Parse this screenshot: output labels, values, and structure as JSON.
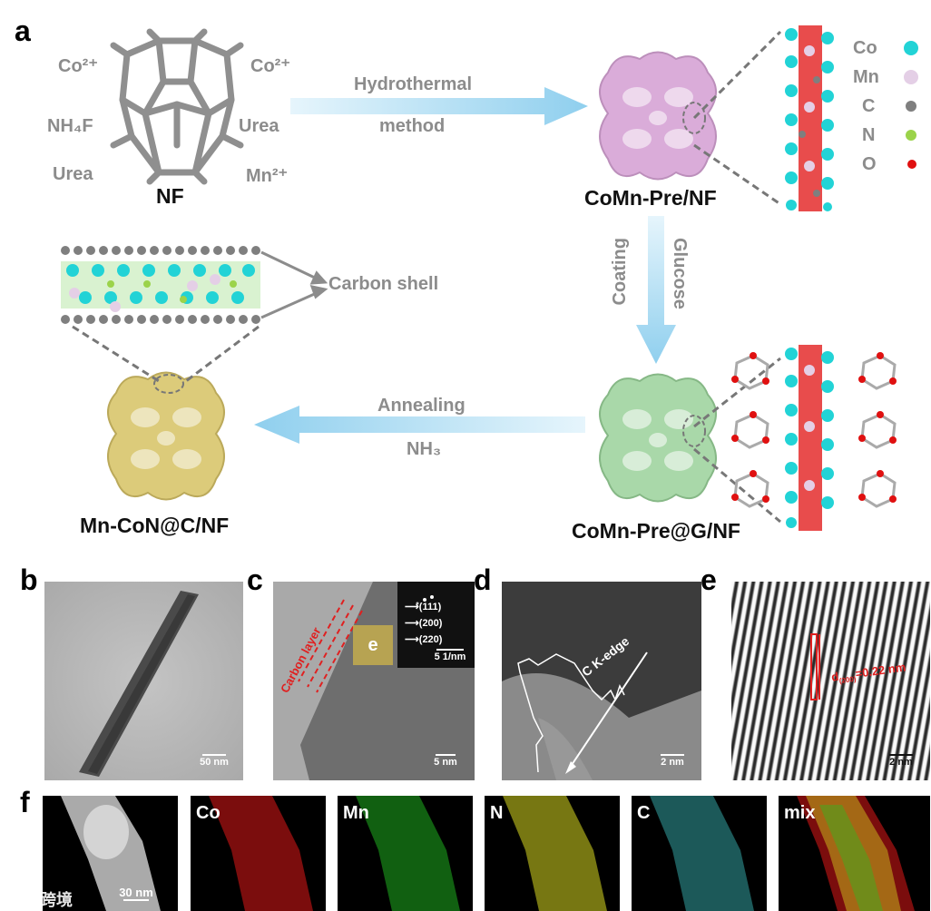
{
  "panel_labels": {
    "a": "a",
    "b": "b",
    "c": "c",
    "d": "d",
    "e": "e",
    "f": "f"
  },
  "schematic": {
    "nf_label": "NF",
    "precursors_left": [
      "Co²⁺",
      "NH₄F",
      "Urea"
    ],
    "precursors_right": [
      "Co²⁺",
      "Urea",
      "Mn²⁺"
    ],
    "step1_top": "Hydrothermal",
    "step1_bottom": "method",
    "product1": "CoMn-Pre/NF",
    "step2_left": "Coating",
    "step2_right": "Glucose",
    "product2": "CoMn-Pre@G/NF",
    "step3_top": "Annealing",
    "step3_bottom": "NH₃",
    "product3": "Mn-CoN@C/NF",
    "carbon_shell": "Carbon shell",
    "legend": [
      {
        "label": "Co",
        "color": "#22d3d6"
      },
      {
        "label": "Mn",
        "color": "#e4cfe6"
      },
      {
        "label": "C",
        "color": "#7f7f7f"
      },
      {
        "label": "N",
        "color": "#9bd34a"
      },
      {
        "label": "O",
        "color": "#e01010"
      }
    ],
    "colors": {
      "pre": "#d9a8d8",
      "glucose": "#a9d8a9",
      "annealed": "#dccb7a",
      "arrow": "#9fd6ef"
    }
  },
  "panel_b": {
    "scale": "50 nm"
  },
  "panel_c": {
    "carbon_layer": "Carbon layer",
    "inset_box": "e",
    "saed": [
      "(111)",
      "(200)",
      "(220)"
    ],
    "saed_scale": "5 1/nm",
    "scale": "5 nm"
  },
  "panel_d": {
    "edge": "C K-edge",
    "scale": "2 nm"
  },
  "panel_e": {
    "d_spacing": "d(200)=0.22 nm",
    "d_sym": "d",
    "d_sub": "(200)",
    "d_val": "=0.22 nm",
    "scale": "2 nm"
  },
  "panel_f": {
    "scale": "30 nm",
    "maps": [
      {
        "label": "Co",
        "color": "#e01818"
      },
      {
        "label": "Mn",
        "color": "#22c022"
      },
      {
        "label": "N",
        "color": "#d8d820"
      },
      {
        "label": "C",
        "color": "#3fc6c6"
      },
      {
        "label": "mix",
        "color": "#d08020"
      }
    ]
  },
  "watermark": "大数跨境"
}
